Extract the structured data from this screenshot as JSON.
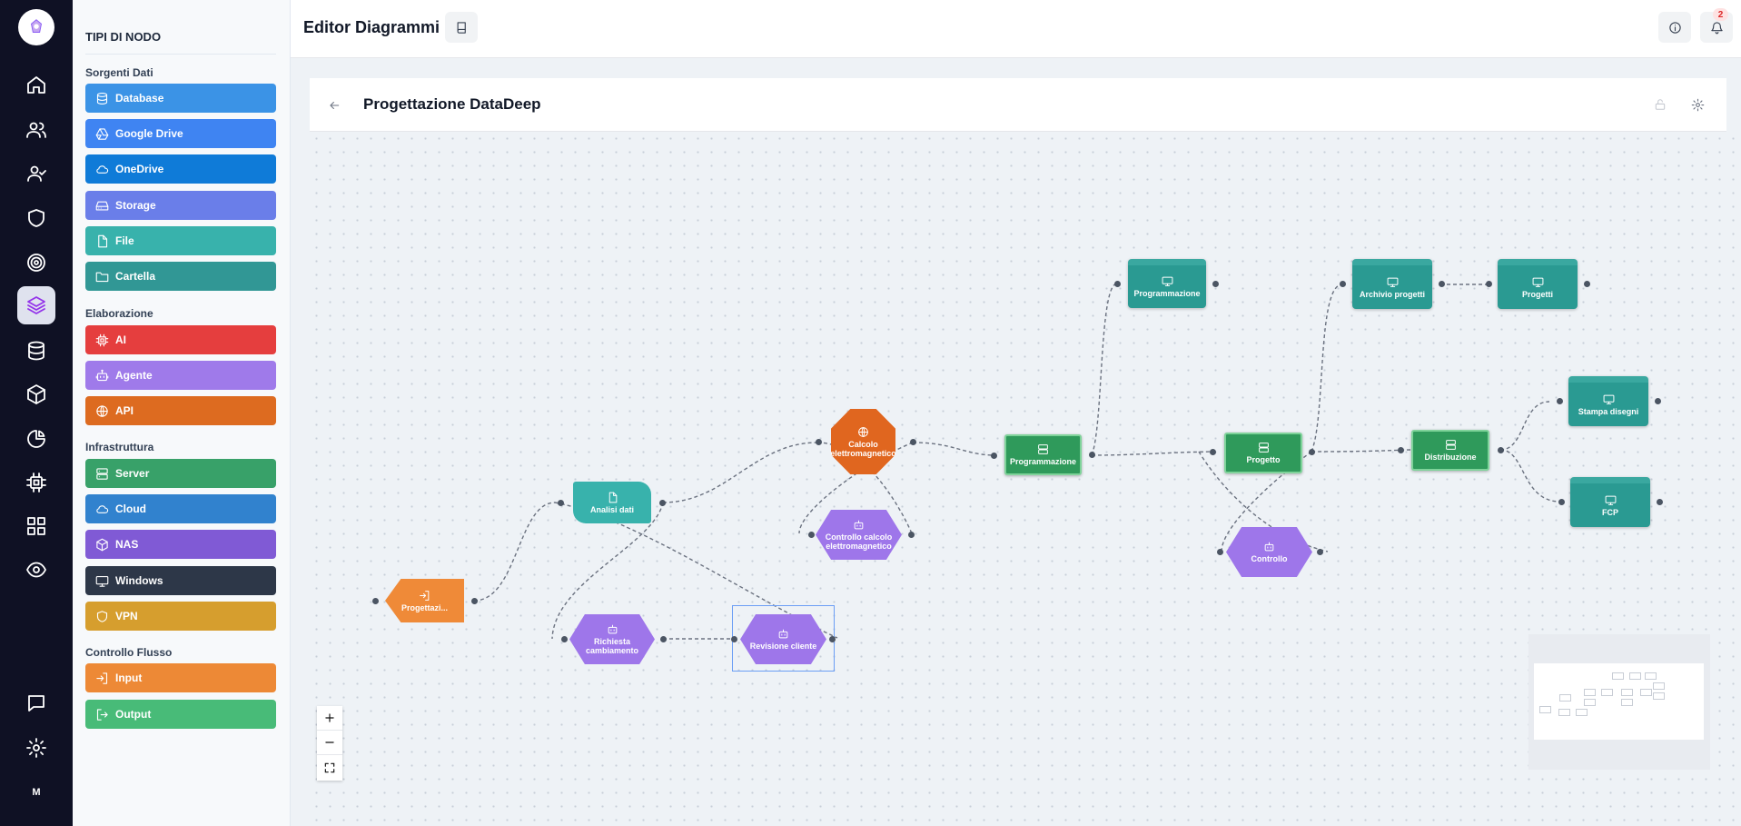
{
  "user_initial": "M",
  "palette": {
    "title": "TIPI DI NODO",
    "sections": {
      "data_sources": "Sorgenti Dati",
      "processing": "Elaborazione",
      "infrastructure": "Infrastruttura",
      "flow_control": "Controllo Flusso"
    },
    "items": {
      "database": "Database",
      "google_drive": "Google Drive",
      "onedrive": "OneDrive",
      "storage": "Storage",
      "file": "File",
      "folder": "Cartella",
      "ai": "AI",
      "agent": "Agente",
      "api": "API",
      "server": "Server",
      "cloud": "Cloud",
      "nas": "NAS",
      "windows": "Windows",
      "vpn": "VPN",
      "input": "Input",
      "output": "Output"
    },
    "colors": {
      "database": "#3b93e6",
      "google_drive": "#3f84f2",
      "onedrive": "#0f7bd8",
      "storage": "#6a7ee9",
      "file": "#38b2ac",
      "folder": "#319795",
      "ai": "#e53e3e",
      "agent": "#9f7aea",
      "api": "#dd6b20",
      "server": "#38a169",
      "cloud": "#3182ce",
      "nas": "#805ad5",
      "windows": "#2d3748",
      "vpn": "#d69e2e",
      "input": "#ed8936",
      "output": "#48bb78"
    }
  },
  "topbar": {
    "title": "Editor Diagrammi",
    "notification_count": "2"
  },
  "diagram": {
    "title": "Progettazione DataDeep"
  },
  "nodes": {
    "progettazione": "Progettazi...",
    "analisi_dati": "Analisi dati",
    "calcolo": "Calcolo elettromagnetico",
    "controllo_calcolo": "Controllo calcolo elettromagnetico",
    "richiesta": "Richiesta cambiamento",
    "revisione": "Revisione cliente",
    "programmazione_server": "Programmazione",
    "programmazione_win": "Programmazione",
    "progetto": "Progetto",
    "controllo": "Controllo",
    "distribuzione": "Distribuzione",
    "archivio": "Archivio progetti",
    "progetti": "Progetti",
    "stampa": "Stampa disegni",
    "fcp": "FCP"
  }
}
